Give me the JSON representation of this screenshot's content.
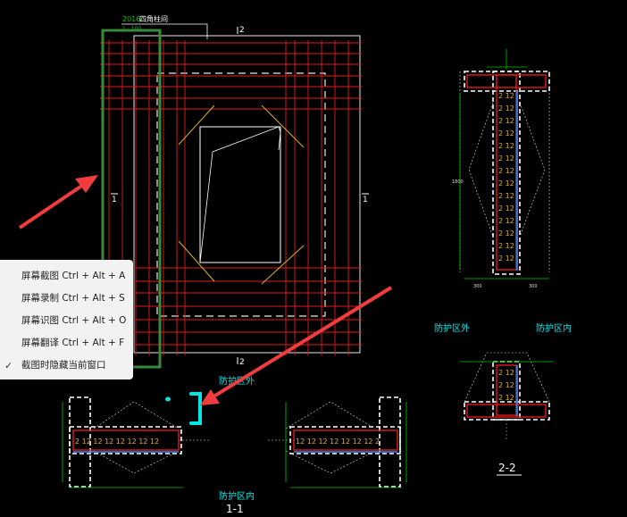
{
  "drawing": {
    "title_code": "2016",
    "title_text": "四角柱间",
    "section_2_top": "2",
    "section_2_bottom": "2",
    "section_1_left": "1",
    "section_1_right": "1",
    "label_outside_right": "防护区外",
    "label_inside_right": "防护区内",
    "label_outside_bottom": "防护区外",
    "label_inside_bottom": "防护区内",
    "section_caption_1": "1-1",
    "section_caption_2": "2-2"
  },
  "context_menu": {
    "items": [
      {
        "label": "屏幕截图 Ctrl + Alt + A",
        "checked": false
      },
      {
        "label": "屏幕录制 Ctrl + Alt + S",
        "checked": false
      },
      {
        "label": "屏幕识图 Ctrl + Alt + O",
        "checked": false
      },
      {
        "label": "屏幕翻译 Ctrl + Alt + F",
        "checked": false
      },
      {
        "label": "截图时隐藏当前窗口",
        "checked": true
      }
    ]
  },
  "colors": {
    "background": "#000000",
    "red_grid": "#e11b1b",
    "white_line": "#ffffff",
    "yellow_line": "#e0b020",
    "green_line": "#00c800",
    "highlight_box": "#3a8a3a",
    "arrow": "#f03c3c",
    "cyan": "#00e5e5",
    "blue_line": "#2d8cff"
  }
}
